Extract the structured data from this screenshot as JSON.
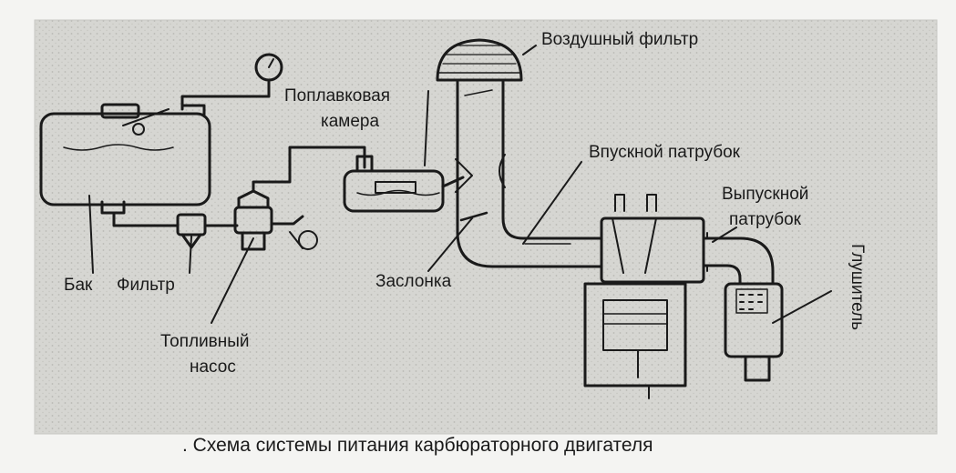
{
  "labels": {
    "air_filter": "Воздушный фильтр",
    "float_chamber_1": "Поплавковая",
    "float_chamber_2": "камера",
    "intake": "Впускной патрубок",
    "exhaust_1": "Выпускной",
    "exhaust_2": "патрубок",
    "tank": "Бак",
    "filter": "Фильтр",
    "pump_1": "Топливный",
    "pump_2": "насос",
    "throttle": "Заслонка",
    "muffler": "Глушитель"
  },
  "caption": ". Схема системы питания карбюраторного двигателя",
  "colors": {
    "paper": "#dcdcd8",
    "ink": "#1a1a1a"
  }
}
